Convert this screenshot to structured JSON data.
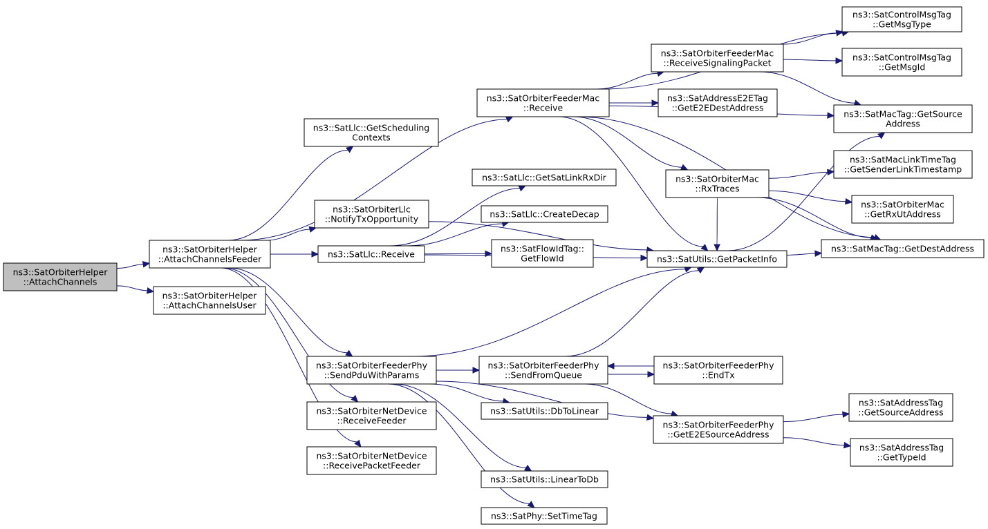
{
  "diagram": {
    "type": "call-graph",
    "colors": {
      "edge": "#191970",
      "node_border": "#000000",
      "root_fill": "#bfbfbf",
      "node_fill": "#ffffff"
    },
    "nodes": [
      {
        "id": "root",
        "lines": [
          "ns3::SatOrbiterHelper",
          "::AttachChannels"
        ],
        "root": true
      },
      {
        "id": "acf",
        "lines": [
          "ns3::SatOrbiterHelper",
          "::AttachChannelsFeeder"
        ]
      },
      {
        "id": "acu",
        "lines": [
          "ns3::SatOrbiterHelper",
          "::AttachChannelsUser"
        ]
      },
      {
        "id": "gsc",
        "lines": [
          "ns3::SatLlc::GetScheduling",
          "Contexts"
        ]
      },
      {
        "id": "ntx",
        "lines": [
          "ns3::SatOrbiterLlc",
          "::NotifyTxOpportunity"
        ]
      },
      {
        "id": "llcrx",
        "lines": [
          "ns3::SatLlc::Receive"
        ]
      },
      {
        "id": "spwp",
        "lines": [
          "ns3::SatOrbiterFeederPhy",
          "::SendPduWithParams"
        ]
      },
      {
        "id": "rf",
        "lines": [
          "ns3::SatOrbiterNetDevice",
          "::ReceiveFeeder"
        ]
      },
      {
        "id": "rpf",
        "lines": [
          "ns3::SatOrbiterNetDevice",
          "::ReceivePacketFeeder"
        ]
      },
      {
        "id": "fmrx",
        "lines": [
          "ns3::SatOrbiterFeederMac",
          "::Receive"
        ]
      },
      {
        "id": "gslrd",
        "lines": [
          "ns3::SatLlc::GetSatLinkRxDir"
        ]
      },
      {
        "id": "cdec",
        "lines": [
          "ns3::SatLlc::CreateDecap"
        ]
      },
      {
        "id": "fid",
        "lines": [
          "ns3::SatFlowIdTag::",
          "GetFlowId"
        ]
      },
      {
        "id": "sfq",
        "lines": [
          "ns3::SatOrbiterFeederPhy",
          "::SendFromQueue"
        ]
      },
      {
        "id": "dbl",
        "lines": [
          "ns3::SatUtils::DbToLinear"
        ]
      },
      {
        "id": "ltd",
        "lines": [
          "ns3::SatUtils::LinearToDb"
        ]
      },
      {
        "id": "stt",
        "lines": [
          "ns3::SatPhy::SetTimeTag"
        ]
      },
      {
        "id": "rsp",
        "lines": [
          "ns3::SatOrbiterFeederMac",
          "::ReceiveSignalingPacket"
        ]
      },
      {
        "id": "e2ed",
        "lines": [
          "ns3::SatAddressE2ETag",
          "::GetE2EDestAddress"
        ]
      },
      {
        "id": "rxt",
        "lines": [
          "ns3::SatOrbiterMac",
          "::RxTraces"
        ]
      },
      {
        "id": "gpi",
        "lines": [
          "ns3::SatUtils::GetPacketInfo"
        ]
      },
      {
        "id": "etx",
        "lines": [
          "ns3::SatOrbiterFeederPhy",
          "::EndTx"
        ]
      },
      {
        "id": "ge2es",
        "lines": [
          "ns3::SatOrbiterFeederPhy",
          "::GetE2ESourceAddress"
        ]
      },
      {
        "id": "gmt",
        "lines": [
          "ns3::SatControlMsgTag",
          "::GetMsgType"
        ]
      },
      {
        "id": "gmi",
        "lines": [
          "ns3::SatControlMsgTag",
          "::GetMsgId"
        ]
      },
      {
        "id": "mtsrc",
        "lines": [
          "ns3::SatMacTag::GetSource",
          "Address"
        ]
      },
      {
        "id": "slts",
        "lines": [
          "ns3::SatMacLinkTimeTag",
          "::GetSenderLinkTimestamp"
        ]
      },
      {
        "id": "grxut",
        "lines": [
          "ns3::SatOrbiterMac",
          "::GetRxUtAddress"
        ]
      },
      {
        "id": "mtdst",
        "lines": [
          "ns3::SatMacTag::GetDestAddress"
        ]
      },
      {
        "id": "atsrc",
        "lines": [
          "ns3::SatAddressTag",
          "::GetSourceAddress"
        ]
      },
      {
        "id": "attid",
        "lines": [
          "ns3::SatAddressTag",
          "::GetTypeId"
        ]
      }
    ],
    "edges": [
      {
        "from": "root",
        "to": "acf"
      },
      {
        "from": "root",
        "to": "acu"
      },
      {
        "from": "acf",
        "to": "gsc"
      },
      {
        "from": "acf",
        "to": "fmrx"
      },
      {
        "from": "acf",
        "to": "ntx"
      },
      {
        "from": "acf",
        "to": "llcrx"
      },
      {
        "from": "acf",
        "to": "spwp"
      },
      {
        "from": "acf",
        "to": "rf"
      },
      {
        "from": "acf",
        "to": "rpf"
      },
      {
        "from": "ntx",
        "to": "gpi"
      },
      {
        "from": "llcrx",
        "to": "gslrd"
      },
      {
        "from": "llcrx",
        "to": "cdec"
      },
      {
        "from": "llcrx",
        "to": "fid"
      },
      {
        "from": "llcrx",
        "to": "gpi"
      },
      {
        "from": "spwp",
        "to": "sfq"
      },
      {
        "from": "spwp",
        "to": "dbl"
      },
      {
        "from": "spwp",
        "to": "ge2es"
      },
      {
        "from": "spwp",
        "to": "ltd"
      },
      {
        "from": "spwp",
        "to": "stt"
      },
      {
        "from": "spwp",
        "to": "gpi"
      },
      {
        "from": "fmrx",
        "to": "gmt"
      },
      {
        "from": "fmrx",
        "to": "rsp"
      },
      {
        "from": "fmrx",
        "to": "e2ed"
      },
      {
        "from": "fmrx",
        "to": "mtsrc"
      },
      {
        "from": "fmrx",
        "to": "rxt"
      },
      {
        "from": "fmrx",
        "to": "mtdst"
      },
      {
        "from": "fmrx",
        "to": "gpi"
      },
      {
        "from": "rsp",
        "to": "gmt"
      },
      {
        "from": "rsp",
        "to": "gmi"
      },
      {
        "from": "rsp",
        "to": "mtsrc"
      },
      {
        "from": "rxt",
        "to": "slts"
      },
      {
        "from": "rxt",
        "to": "grxut"
      },
      {
        "from": "rxt",
        "to": "mtdst"
      },
      {
        "from": "rxt",
        "to": "gpi"
      },
      {
        "from": "gpi",
        "to": "mtdst"
      },
      {
        "from": "gpi",
        "to": "mtsrc"
      },
      {
        "from": "sfq",
        "to": "etx"
      },
      {
        "from": "etx",
        "to": "sfq"
      },
      {
        "from": "sfq",
        "to": "ge2es"
      },
      {
        "from": "sfq",
        "to": "gpi"
      },
      {
        "from": "ge2es",
        "to": "atsrc"
      },
      {
        "from": "ge2es",
        "to": "attid"
      }
    ]
  }
}
